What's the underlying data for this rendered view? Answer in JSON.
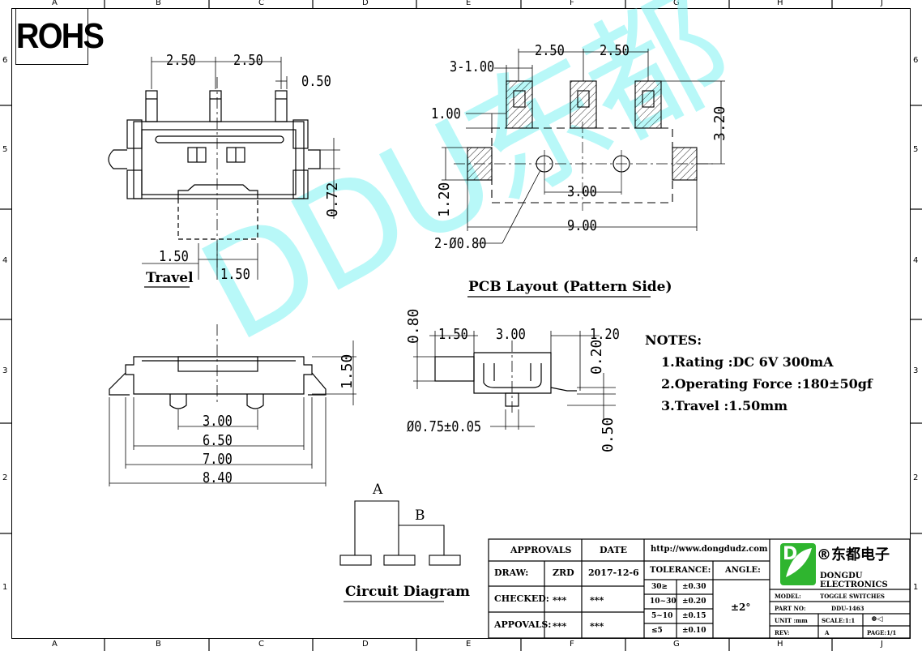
{
  "rohs": "ROHS",
  "zones": {
    "top": [
      "A",
      "B",
      "C",
      "D",
      "E",
      "F",
      "G",
      "H",
      "J"
    ],
    "side": [
      "6",
      "5",
      "4",
      "3",
      "2",
      "1"
    ]
  },
  "watermark": "DDU东都",
  "top_view": {
    "dim_pitch_1": "2.50",
    "dim_pitch_2": "2.50",
    "dim_pin_w": "0.50",
    "dim_side": "0.72",
    "dim_travel_1": "1.50",
    "dim_travel_2": "1.50",
    "travel_label": "Travel"
  },
  "pcb_layout": {
    "dim_pad_w": "3-1.00",
    "dim_pitch_1": "2.50",
    "dim_pitch_2": "2.50",
    "dim_pad_h": "1.00",
    "dim_total_h": "3.20",
    "dim_side_pad": "1.20",
    "dim_hole_span": "3.00",
    "dim_total_w": "9.00",
    "dim_holes": "2-Ø0.80",
    "title": "PCB Layout (Pattern Side)"
  },
  "front_view": {
    "dim_height": "1.50",
    "dim_3": "3.00",
    "dim_650": "6.50",
    "dim_700": "7.00",
    "dim_840": "8.40"
  },
  "side_view": {
    "dim_080": "0.80",
    "dim_150": "1.50",
    "dim_300": "3.00",
    "dim_120": "1.20",
    "dim_020": "0.20",
    "dim_pin": "Ø0.75±0.05",
    "dim_050": "0.50"
  },
  "notes": {
    "title": "NOTES:",
    "items": [
      "1.Rating :DC 6V 300mA",
      "2.Operating Force :180±50gf",
      "3.Travel :1.50mm"
    ]
  },
  "circuit": {
    "label_a": "A",
    "label_b": "B",
    "title": "Circuit Diagram"
  },
  "title_block": {
    "approvals": "APPROVALS",
    "date_h": "DATE",
    "url": "http://www.dongdudz.com",
    "draw": "DRAW:",
    "draw_by": "ZRD",
    "draw_date": "2017-12-6",
    "checked": "CHECKED:",
    "checked_by": "***",
    "checked_date": "***",
    "appvals": "APPOVALS:",
    "appvals_by": "***",
    "appvals_date": "***",
    "tolerance": "TOLERANCE:",
    "angle": "ANGLE:",
    "tol_rows": [
      {
        "range": "30≥",
        "val": "±0.30"
      },
      {
        "range": "10~30",
        "val": "±0.20"
      },
      {
        "range": "5~10",
        "val": "±0.15"
      },
      {
        "range": "≤5",
        "val": "±0.10"
      }
    ],
    "angle_val": "±2°",
    "company_cn": "®东都电子",
    "company_en": "DONGDU ELECTRONICS",
    "model_k": "MODEL:",
    "model_v": "TOGGLE SWITCHES",
    "part_k": "PART NO:",
    "part_v": "DDU-1463",
    "unit_k": "UNIT :mm",
    "scale_k": "SCALE:1:1",
    "rev_k": "REV:",
    "rev_v": "A",
    "page_k": "PAGE:1/1"
  }
}
